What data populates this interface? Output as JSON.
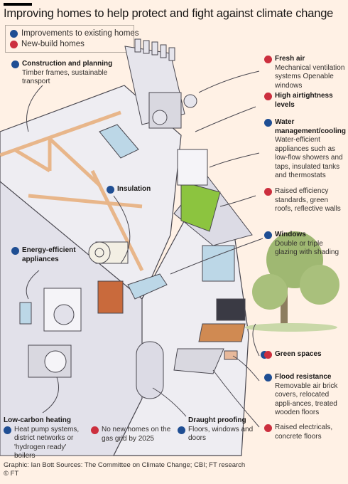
{
  "title": "Improving homes to help protect and fight against climate change",
  "legend": {
    "existing": "Improvements to existing homes",
    "newbuild": "New-build homes"
  },
  "colors": {
    "existing": "#1f4e93",
    "newbuild": "#cc2f3e",
    "background": "#fff1e5"
  },
  "labels": {
    "construction": {
      "head": "Construction and planning",
      "body": "Timber frames, sustainable transport"
    },
    "fresh_air": {
      "head": "Fresh air",
      "body": "Mechanical ventilation systems Openable windows"
    },
    "airtight": {
      "head": "High airtightness levels",
      "body": ""
    },
    "water": {
      "head": "Water management/cooling",
      "body": "Water-efficient appliances such as low-flow showers and taps, insulated tanks and thermostats"
    },
    "efficiency": {
      "head": "",
      "body": "Raised efficiency standards, green roofs, reflective walls"
    },
    "insulation": {
      "head": "Insulation",
      "body": ""
    },
    "windows": {
      "head": "Windows",
      "body": "Double or triple glazing with shading"
    },
    "appliances": {
      "head": "Energy-efficient appliances",
      "body": ""
    },
    "green": {
      "head": "Green spaces",
      "body": ""
    },
    "flood": {
      "head": "Flood resistance",
      "body": "Removable air brick covers, relocated appli-ances, treated wooden floors"
    },
    "electricals": {
      "head": "",
      "body": "Raised electricals, concrete floors"
    },
    "heating": {
      "head": "Low-carbon heating",
      "body": "Heat pump systems, district networks or 'hydrogen ready' boilers"
    },
    "gas": {
      "head": "",
      "body": "No new homes on the gas grid by 2025"
    },
    "draught": {
      "head": "Draught proofing",
      "body": "Floors, windows and doors"
    }
  },
  "footer": {
    "line1": "Graphic: Ian Bott   Sources: The Committee on Climate Change; CBI; FT research",
    "line2": "© FT"
  }
}
